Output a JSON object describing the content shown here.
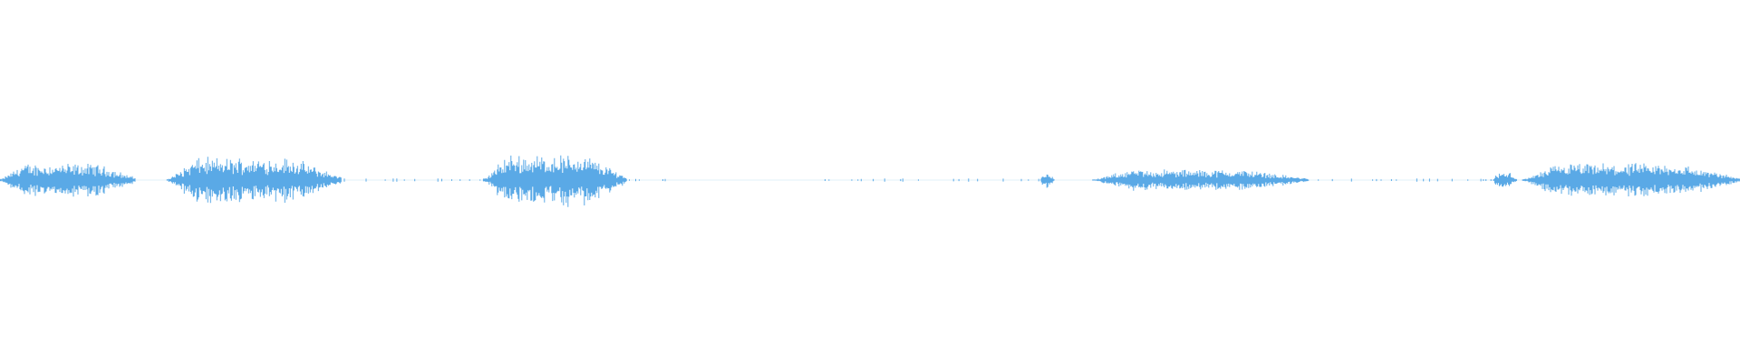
{
  "waveform": {
    "color": "#5aa9e6",
    "background": "#ffffff",
    "segments": [
      {
        "start": 0.0,
        "end": 0.078,
        "amp": 0.55
      },
      {
        "start": 0.096,
        "end": 0.196,
        "amp": 0.75
      },
      {
        "start": 0.278,
        "end": 0.36,
        "amp": 0.85
      },
      {
        "start": 0.598,
        "end": 0.606,
        "amp": 0.25
      },
      {
        "start": 0.628,
        "end": 0.752,
        "amp": 0.35
      },
      {
        "start": 0.858,
        "end": 0.872,
        "amp": 0.25
      },
      {
        "start": 0.875,
        "end": 1.0,
        "amp": 0.55
      }
    ],
    "sparse": [
      {
        "start": 0.196,
        "end": 0.278
      },
      {
        "start": 0.36,
        "end": 0.388
      },
      {
        "start": 0.47,
        "end": 0.53
      },
      {
        "start": 0.548,
        "end": 0.598
      },
      {
        "start": 0.752,
        "end": 0.86
      }
    ]
  }
}
